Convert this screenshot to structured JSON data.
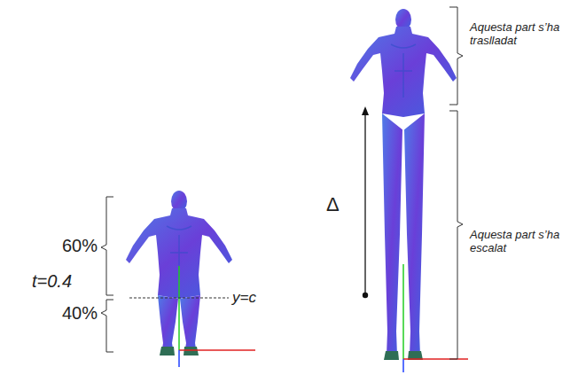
{
  "diagram": {
    "labels": [
      "60%",
      "t=0.4",
      "40%",
      "y=c",
      "Δ",
      "Aquesta part s’ha traslladat",
      "Aquesta part s’ha escalat"
    ]
  }
}
